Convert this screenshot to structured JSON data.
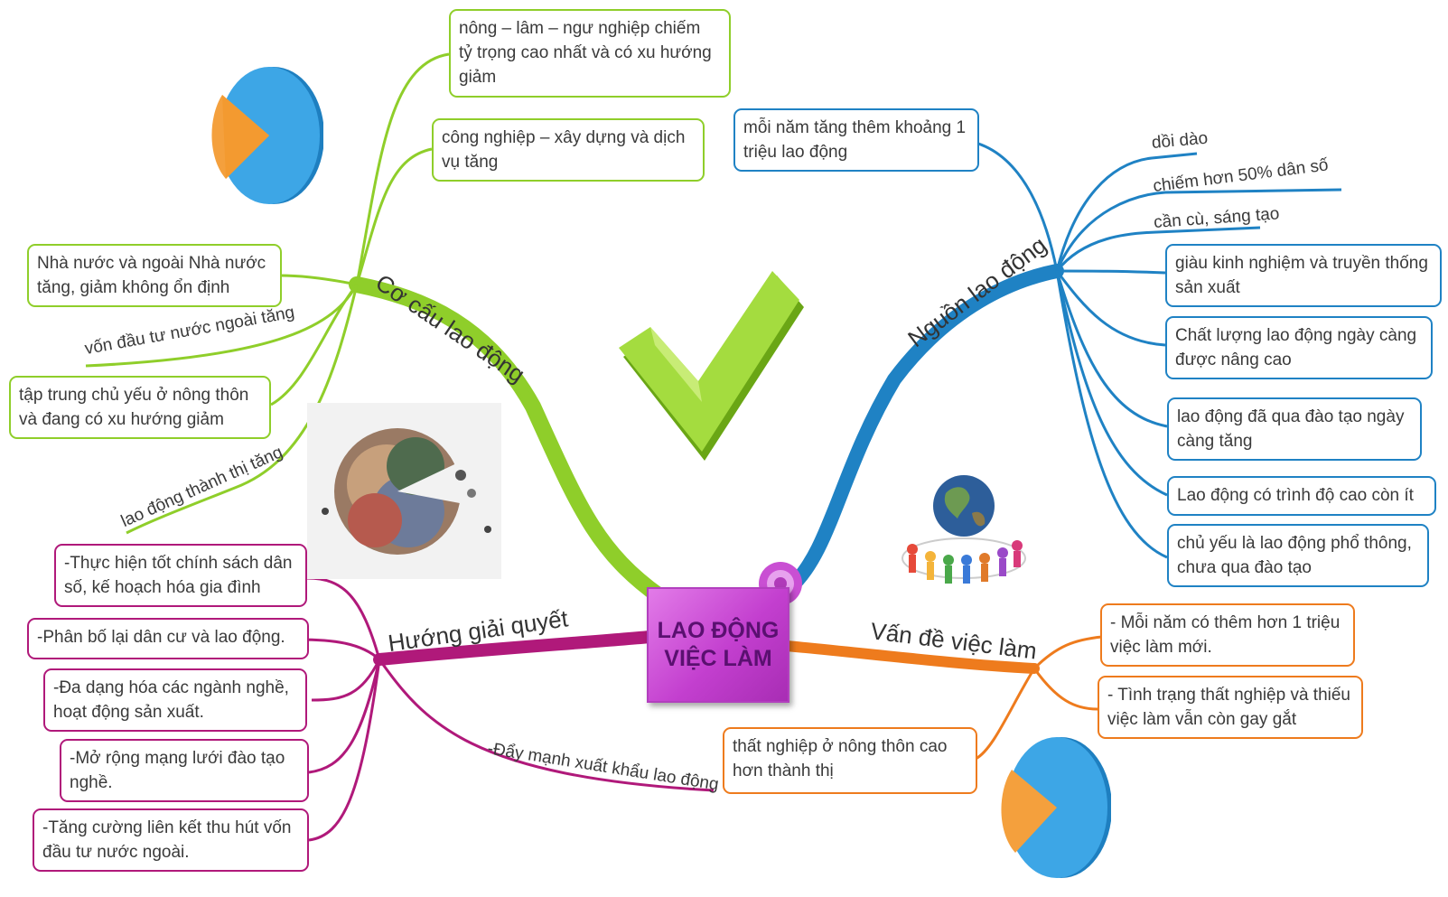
{
  "center": {
    "line1": "LAO ĐỘNG",
    "line2": "VIỆC LÀM"
  },
  "colors": {
    "co_cau": "#8fce2a",
    "nguon": "#1f82c4",
    "huong": "#b0197a",
    "van_de": "#ee7b1d"
  },
  "branches": {
    "co_cau": {
      "label": "Cơ cấu lao động",
      "boxes": [
        "nông – lâm – ngư nghiệp chiếm\ntỷ trọng cao nhất và có xu hướng\ngiảm",
        "công nghiệp – xây dựng và dịch\nvụ tăng",
        "Nhà nước và ngoài Nhà nước\ntăng, giảm không ổn định",
        "tập trung  chủ yếu ở  nông thôn\nvà đang có xu hướng giảm"
      ],
      "lines": [
        "vốn đầu tư nước ngoài tăng",
        "lao động thành thị tăng"
      ]
    },
    "nguon": {
      "label": "Nguồn lao động",
      "lines": [
        "dồi dào",
        "chiếm hơn 50% dân số",
        "cần cù, sáng tạo"
      ],
      "boxes": [
        "mỗi năm tăng thêm khoảng 1\ntriệu lao động",
        "giàu kinh nghiệm và truyền thống\nsản xuất",
        "Chất lượng lao động ngày càng\nđược nâng cao",
        "lao động đã qua đào tạo ngày\ncàng tăng",
        "Lao động có trình độ cao còn ít",
        "chủ yếu là lao động phổ thông,\nchưa qua đào tạo"
      ]
    },
    "huong": {
      "label": "Hướng giải quyết",
      "boxes": [
        "-Thực hiện tốt chính sách dân\nsố, kế hoạch hóa gia đình",
        "-Phân bố lại dân cư và lao động.",
        "-Đa dạng hóa các ngành nghề,\nhoạt động sản xuất.",
        "-Mở rộng mạng lưới đào tạo\nnghề.",
        "-Tăng cường liên kết thu hút vốn\nđầu tư nước ngoài."
      ],
      "lines": [
        "-Đẩy mạnh xuất khẩu lao động"
      ]
    },
    "van_de": {
      "label": "Vấn đề việc làm",
      "boxes": [
        "- Mỗi năm có thêm hơn 1 triệu\nviệc làm mới.",
        "- Tình trạng thất nghiệp và thiếu\nviệc làm vẫn còn gay gắt",
        "thất nghiệp ở nông thôn cao\nhơn thành thị"
      ]
    }
  },
  "icons": [
    "pie-chart-icon",
    "checkmark-icon",
    "crowd-pie-image",
    "globe-people-image",
    "center-flower-icon"
  ]
}
